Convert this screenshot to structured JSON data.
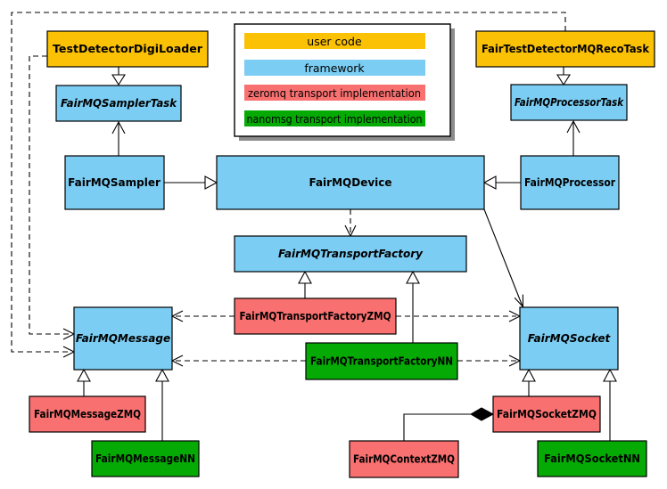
{
  "diagram": {
    "type": "uml-class-diagram",
    "subject": "FairMQ framework class relationships",
    "background": "#ffffff"
  },
  "colors": {
    "user_code": "#fbc105",
    "framework": "#7bcdf3",
    "zeromq": "#f97070",
    "nanomsg": "#05aa05",
    "box_border": "#000000",
    "connector": "#000000"
  },
  "legend": {
    "items": [
      {
        "label": "user code",
        "category": "user_code"
      },
      {
        "label": "framework",
        "category": "framework"
      },
      {
        "label": "zeromq transport implementation",
        "category": "zeromq"
      },
      {
        "label": "nanomsg transport implementation",
        "category": "nanomsg"
      }
    ]
  },
  "nodes": [
    {
      "id": "TestDetectorDigiLoader",
      "label": "TestDetectorDigiLoader",
      "category": "user_code",
      "abstract": false
    },
    {
      "id": "FairTestDetectorMQRecoTask",
      "label": "FairTestDetectorMQRecoTask",
      "category": "user_code",
      "abstract": false
    },
    {
      "id": "FairMQSamplerTask",
      "label": "FairMQSamplerTask",
      "category": "framework",
      "abstract": true
    },
    {
      "id": "FairMQProcessorTask",
      "label": "FairMQProcessorTask",
      "category": "framework",
      "abstract": true
    },
    {
      "id": "FairMQSampler",
      "label": "FairMQSampler",
      "category": "framework",
      "abstract": false
    },
    {
      "id": "FairMQDevice",
      "label": "FairMQDevice",
      "category": "framework",
      "abstract": false
    },
    {
      "id": "FairMQProcessor",
      "label": "FairMQProcessor",
      "category": "framework",
      "abstract": false
    },
    {
      "id": "FairMQTransportFactory",
      "label": "FairMQTransportFactory",
      "category": "framework",
      "abstract": true
    },
    {
      "id": "FairMQTransportFactoryZMQ",
      "label": "FairMQTransportFactoryZMQ",
      "category": "zeromq",
      "abstract": false
    },
    {
      "id": "FairMQTransportFactoryNN",
      "label": "FairMQTransportFactoryNN",
      "category": "nanomsg",
      "abstract": false
    },
    {
      "id": "FairMQMessage",
      "label": "FairMQMessage",
      "category": "framework",
      "abstract": true
    },
    {
      "id": "FairMQSocket",
      "label": "FairMQSocket",
      "category": "framework",
      "abstract": true
    },
    {
      "id": "FairMQMessageZMQ",
      "label": "FairMQMessageZMQ",
      "category": "zeromq",
      "abstract": false
    },
    {
      "id": "FairMQMessageNN",
      "label": "FairMQMessageNN",
      "category": "nanomsg",
      "abstract": false
    },
    {
      "id": "FairMQContextZMQ",
      "label": "FairMQContextZMQ",
      "category": "zeromq",
      "abstract": false
    },
    {
      "id": "FairMQSocketZMQ",
      "label": "FairMQSocketZMQ",
      "category": "zeromq",
      "abstract": false
    },
    {
      "id": "FairMQSocketNN",
      "label": "FairMQSocketNN",
      "category": "nanomsg",
      "abstract": false
    }
  ],
  "edges": [
    {
      "from": "TestDetectorDigiLoader",
      "to": "FairMQSamplerTask",
      "type": "inheritance-triangle"
    },
    {
      "from": "FairTestDetectorMQRecoTask",
      "to": "FairMQProcessorTask",
      "type": "inheritance-triangle"
    },
    {
      "from": "FairMQSampler",
      "to": "FairMQSamplerTask",
      "type": "open-arrow"
    },
    {
      "from": "FairMQProcessor",
      "to": "FairMQProcessorTask",
      "type": "open-arrow"
    },
    {
      "from": "FairMQSampler",
      "to": "FairMQDevice",
      "type": "inheritance-triangle"
    },
    {
      "from": "FairMQProcessor",
      "to": "FairMQDevice",
      "type": "inheritance-triangle"
    },
    {
      "from": "FairMQDevice",
      "to": "FairMQTransportFactory",
      "type": "dashed-dependency"
    },
    {
      "from": "FairMQDevice",
      "to": "FairMQSocket",
      "type": "open-arrow"
    },
    {
      "from": "FairMQTransportFactoryZMQ",
      "to": "FairMQTransportFactory",
      "type": "inheritance-triangle"
    },
    {
      "from": "FairMQTransportFactoryNN",
      "to": "FairMQTransportFactory",
      "type": "inheritance-triangle"
    },
    {
      "from": "FairMQTransportFactoryZMQ",
      "to": "FairMQMessage",
      "type": "dashed-dependency"
    },
    {
      "from": "FairMQTransportFactoryZMQ",
      "to": "FairMQSocket",
      "type": "dashed-dependency"
    },
    {
      "from": "FairMQTransportFactoryNN",
      "to": "FairMQMessage",
      "type": "dashed-dependency"
    },
    {
      "from": "FairMQTransportFactoryNN",
      "to": "FairMQSocket",
      "type": "dashed-dependency"
    },
    {
      "from": "TestDetectorDigiLoader",
      "to": "FairMQMessage",
      "type": "dashed-dependency"
    },
    {
      "from": "FairTestDetectorMQRecoTask",
      "to": "FairMQMessage",
      "type": "dashed-dependency"
    },
    {
      "from": "FairMQMessageZMQ",
      "to": "FairMQMessage",
      "type": "inheritance-triangle"
    },
    {
      "from": "FairMQMessageNN",
      "to": "FairMQMessage",
      "type": "inheritance-triangle"
    },
    {
      "from": "FairMQSocketZMQ",
      "to": "FairMQSocket",
      "type": "inheritance-triangle"
    },
    {
      "from": "FairMQSocketNN",
      "to": "FairMQSocket",
      "type": "inheritance-triangle"
    },
    {
      "from": "FairMQContextZMQ",
      "to": "FairMQSocketZMQ",
      "type": "composition-diamond"
    }
  ]
}
